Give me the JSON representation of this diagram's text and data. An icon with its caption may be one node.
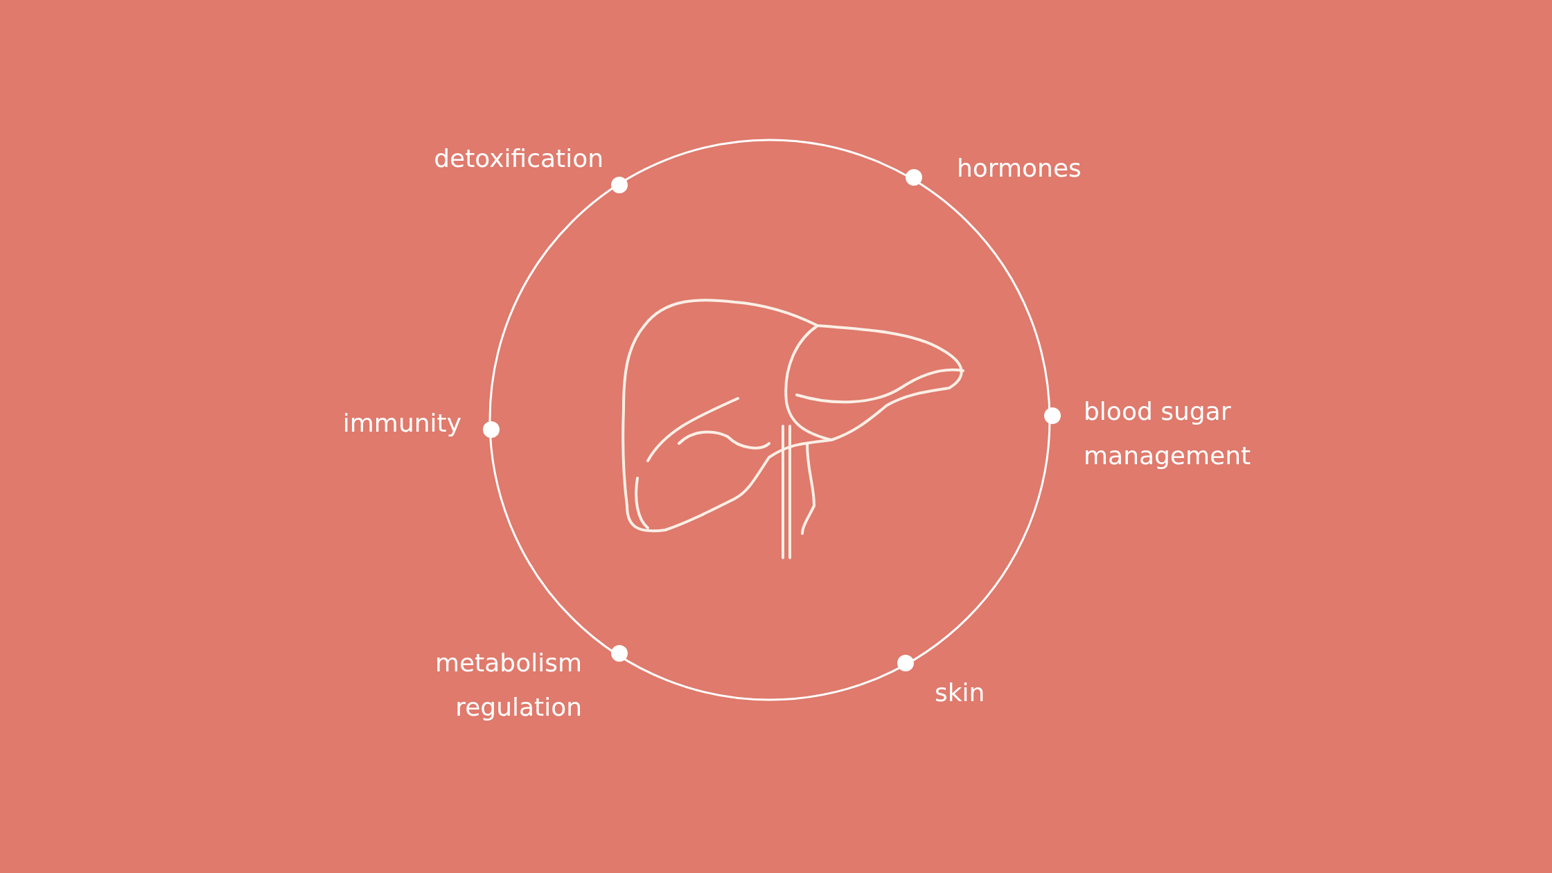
{
  "diagram": {
    "labels": [
      "detoxification",
      "hormones",
      "immunity",
      "blood sugar management",
      "metabolism regulation",
      "skin"
    ]
  }
}
